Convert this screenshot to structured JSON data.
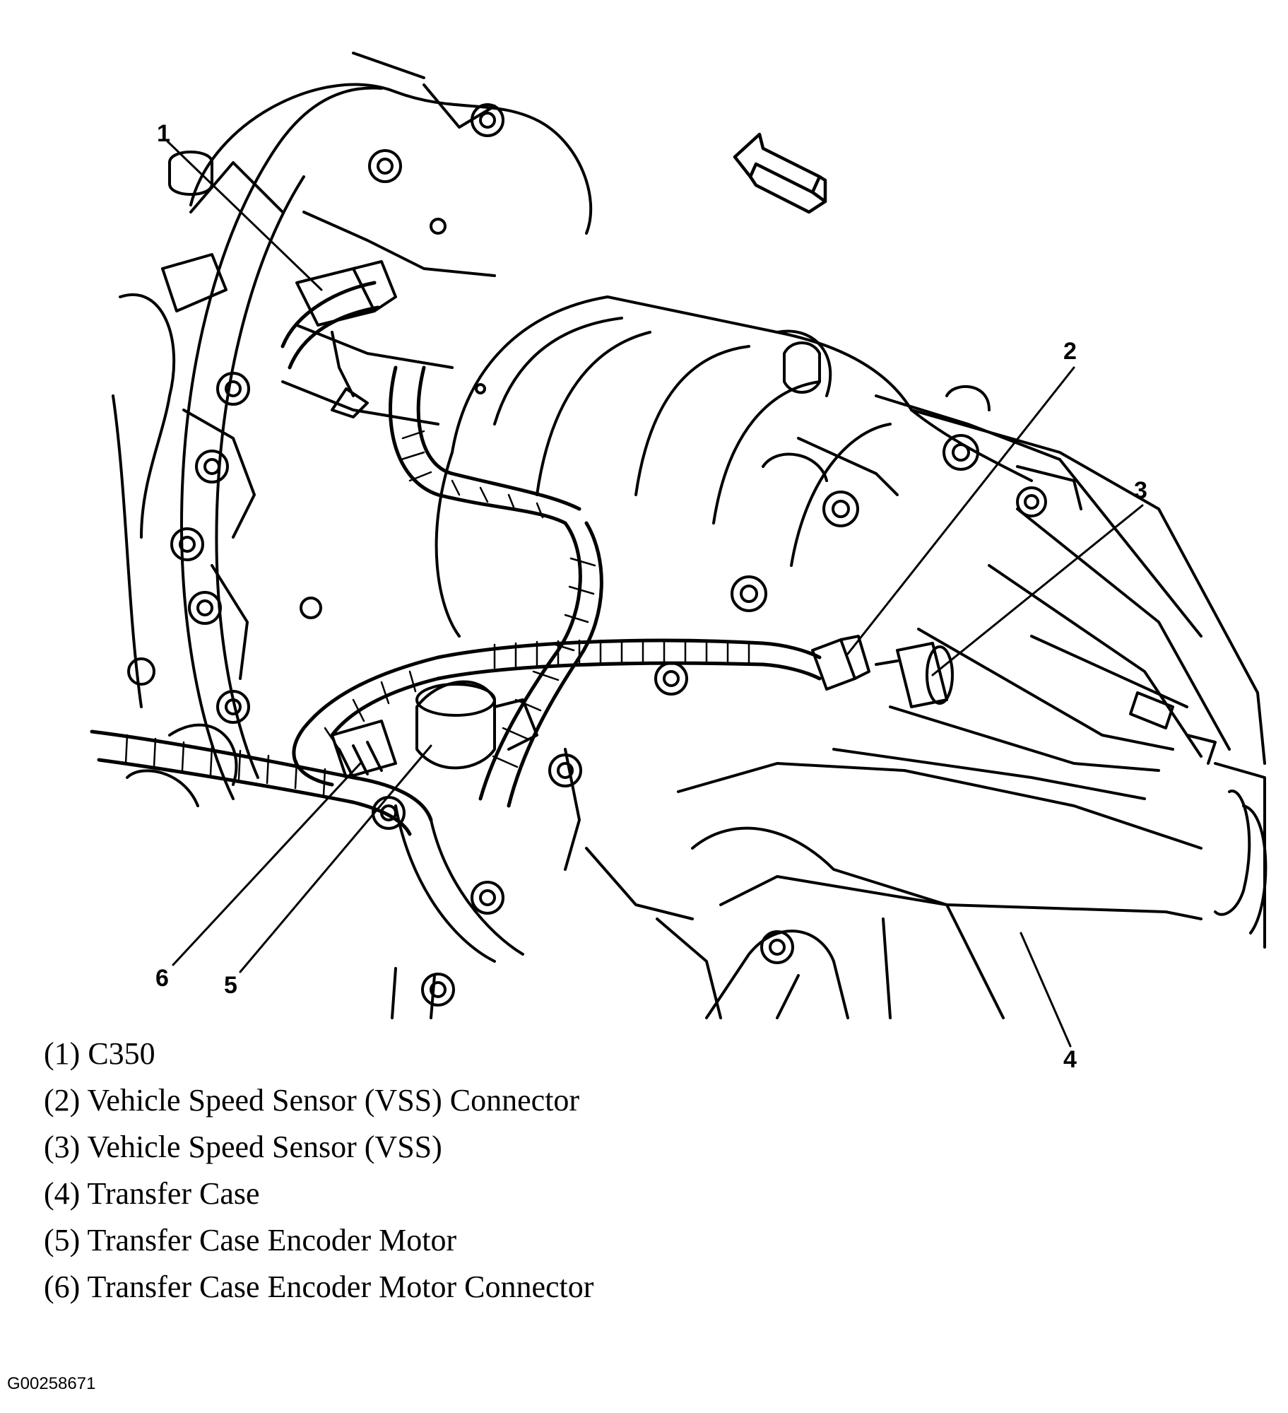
{
  "callouts": [
    "1",
    "2",
    "3",
    "4",
    "5",
    "6"
  ],
  "legend": [
    {
      "num": "(1)",
      "text": "C350"
    },
    {
      "num": "(2)",
      "text": "Vehicle Speed Sensor (VSS) Connector"
    },
    {
      "num": "(3)",
      "text": "Vehicle Speed Sensor (VSS)"
    },
    {
      "num": "(4)",
      "text": "Transfer Case"
    },
    {
      "num": "(5)",
      "text": "Transfer Case Encoder Motor"
    },
    {
      "num": "(6)",
      "text": "Transfer Case Encoder Motor Connector"
    }
  ],
  "figure_id": "G00258671"
}
